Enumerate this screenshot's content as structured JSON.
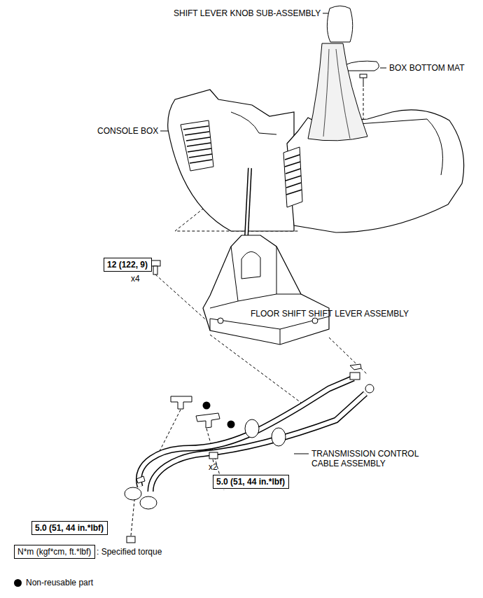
{
  "diagram": {
    "nodes": [
      {
        "text": [
          "12 (122, 9)"
        ]
      },
      {
        "text": [
          "5.0 (51, 44 in.*lbf)"
        ]
      },
      {
        "text": [
          "5.0 (51, 44 in.*lbf)"
        ]
      },
      {
        "text": [
          "N*m (kgf*cm, ft.*lbf)"
        ]
      }
    ],
    "labels": [
      "SHIFT LEVER KNOB SUB-ASSEMBLY",
      "BOX BOTTOM MAT",
      "CONSOLE BOX",
      "x4",
      "FLOOR SHIFT SHIFT LEVER ASSEMBLY",
      "TRANSMISSION CONTROL CABLE ASSEMBLY",
      "x2",
      ": Specified torque"
    ],
    "legend": [
      {
        "text": "Non-reusable part"
      }
    ]
  }
}
